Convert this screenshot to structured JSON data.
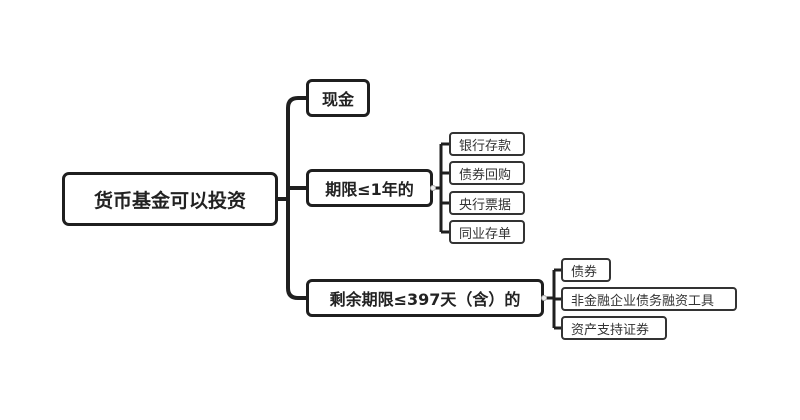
{
  "diagram": {
    "root": {
      "label": "货币基金可以投资"
    },
    "branches": [
      {
        "label": "现金",
        "children": []
      },
      {
        "label": "期限≤1年的",
        "children": [
          "银行存款",
          "债券回购",
          "央行票据",
          "同业存单"
        ]
      },
      {
        "label": "剩余期限≤397天（含）的",
        "children": [
          "债券",
          "非金融企业债务融资工具",
          "资产支持证券"
        ]
      }
    ],
    "colors": {
      "border": "#1f1f1f",
      "background": "#ffffff"
    }
  }
}
